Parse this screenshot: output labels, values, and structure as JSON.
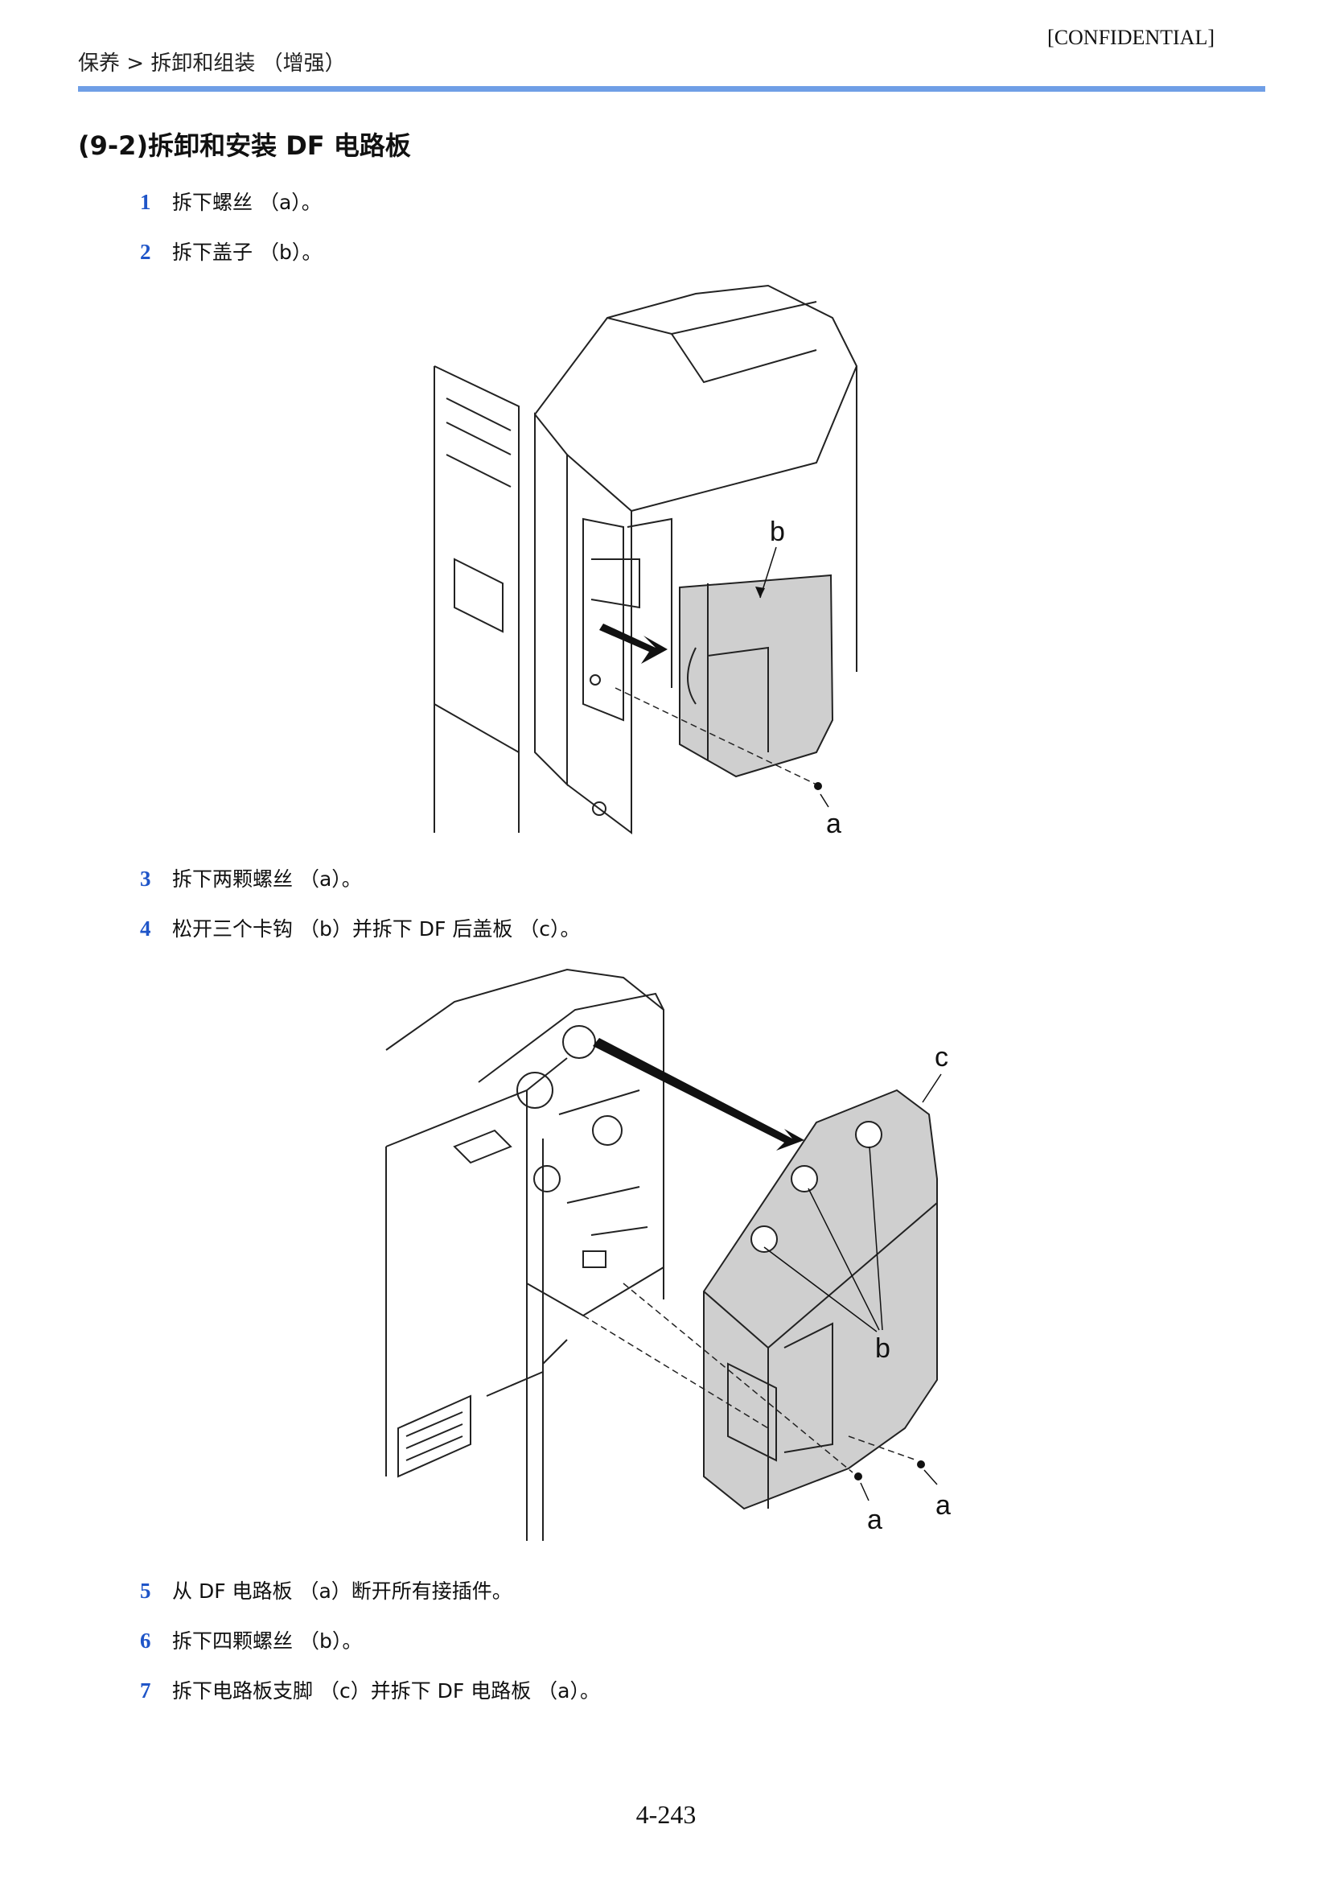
{
  "header": {
    "breadcrumb": "保养 > 拆卸和组装 （增强）",
    "confidential": "[CONFIDENTIAL]"
  },
  "section": {
    "title": "(9-2)拆卸和安装 DF 电路板"
  },
  "steps": [
    {
      "num": "1",
      "text": "拆下螺丝 （a）。"
    },
    {
      "num": "2",
      "text": "拆下盖子 （b）。"
    },
    {
      "num": "3",
      "text": "拆下两颗螺丝 （a）。"
    },
    {
      "num": "4",
      "text": "松开三个卡钩 （b）并拆下 DF 后盖板 （c）。"
    },
    {
      "num": "5",
      "text": "从 DF 电路板 （a）断开所有接插件。"
    },
    {
      "num": "6",
      "text": "拆下四颗螺丝 （b）。"
    },
    {
      "num": "7",
      "text": "拆下电路板支脚 （c）并拆下 DF 电路板 （a）。"
    }
  ],
  "figure1": {
    "callouts": {
      "a": "a",
      "b": "b"
    }
  },
  "figure2": {
    "callouts": {
      "a1": "a",
      "a2": "a",
      "b": "b",
      "c": "c"
    }
  },
  "footer": {
    "page_number": "4-243"
  },
  "colors": {
    "rule": "#6f9ee6",
    "step_number": "#1f55c8",
    "cover_fill": "#cfcfcf"
  }
}
